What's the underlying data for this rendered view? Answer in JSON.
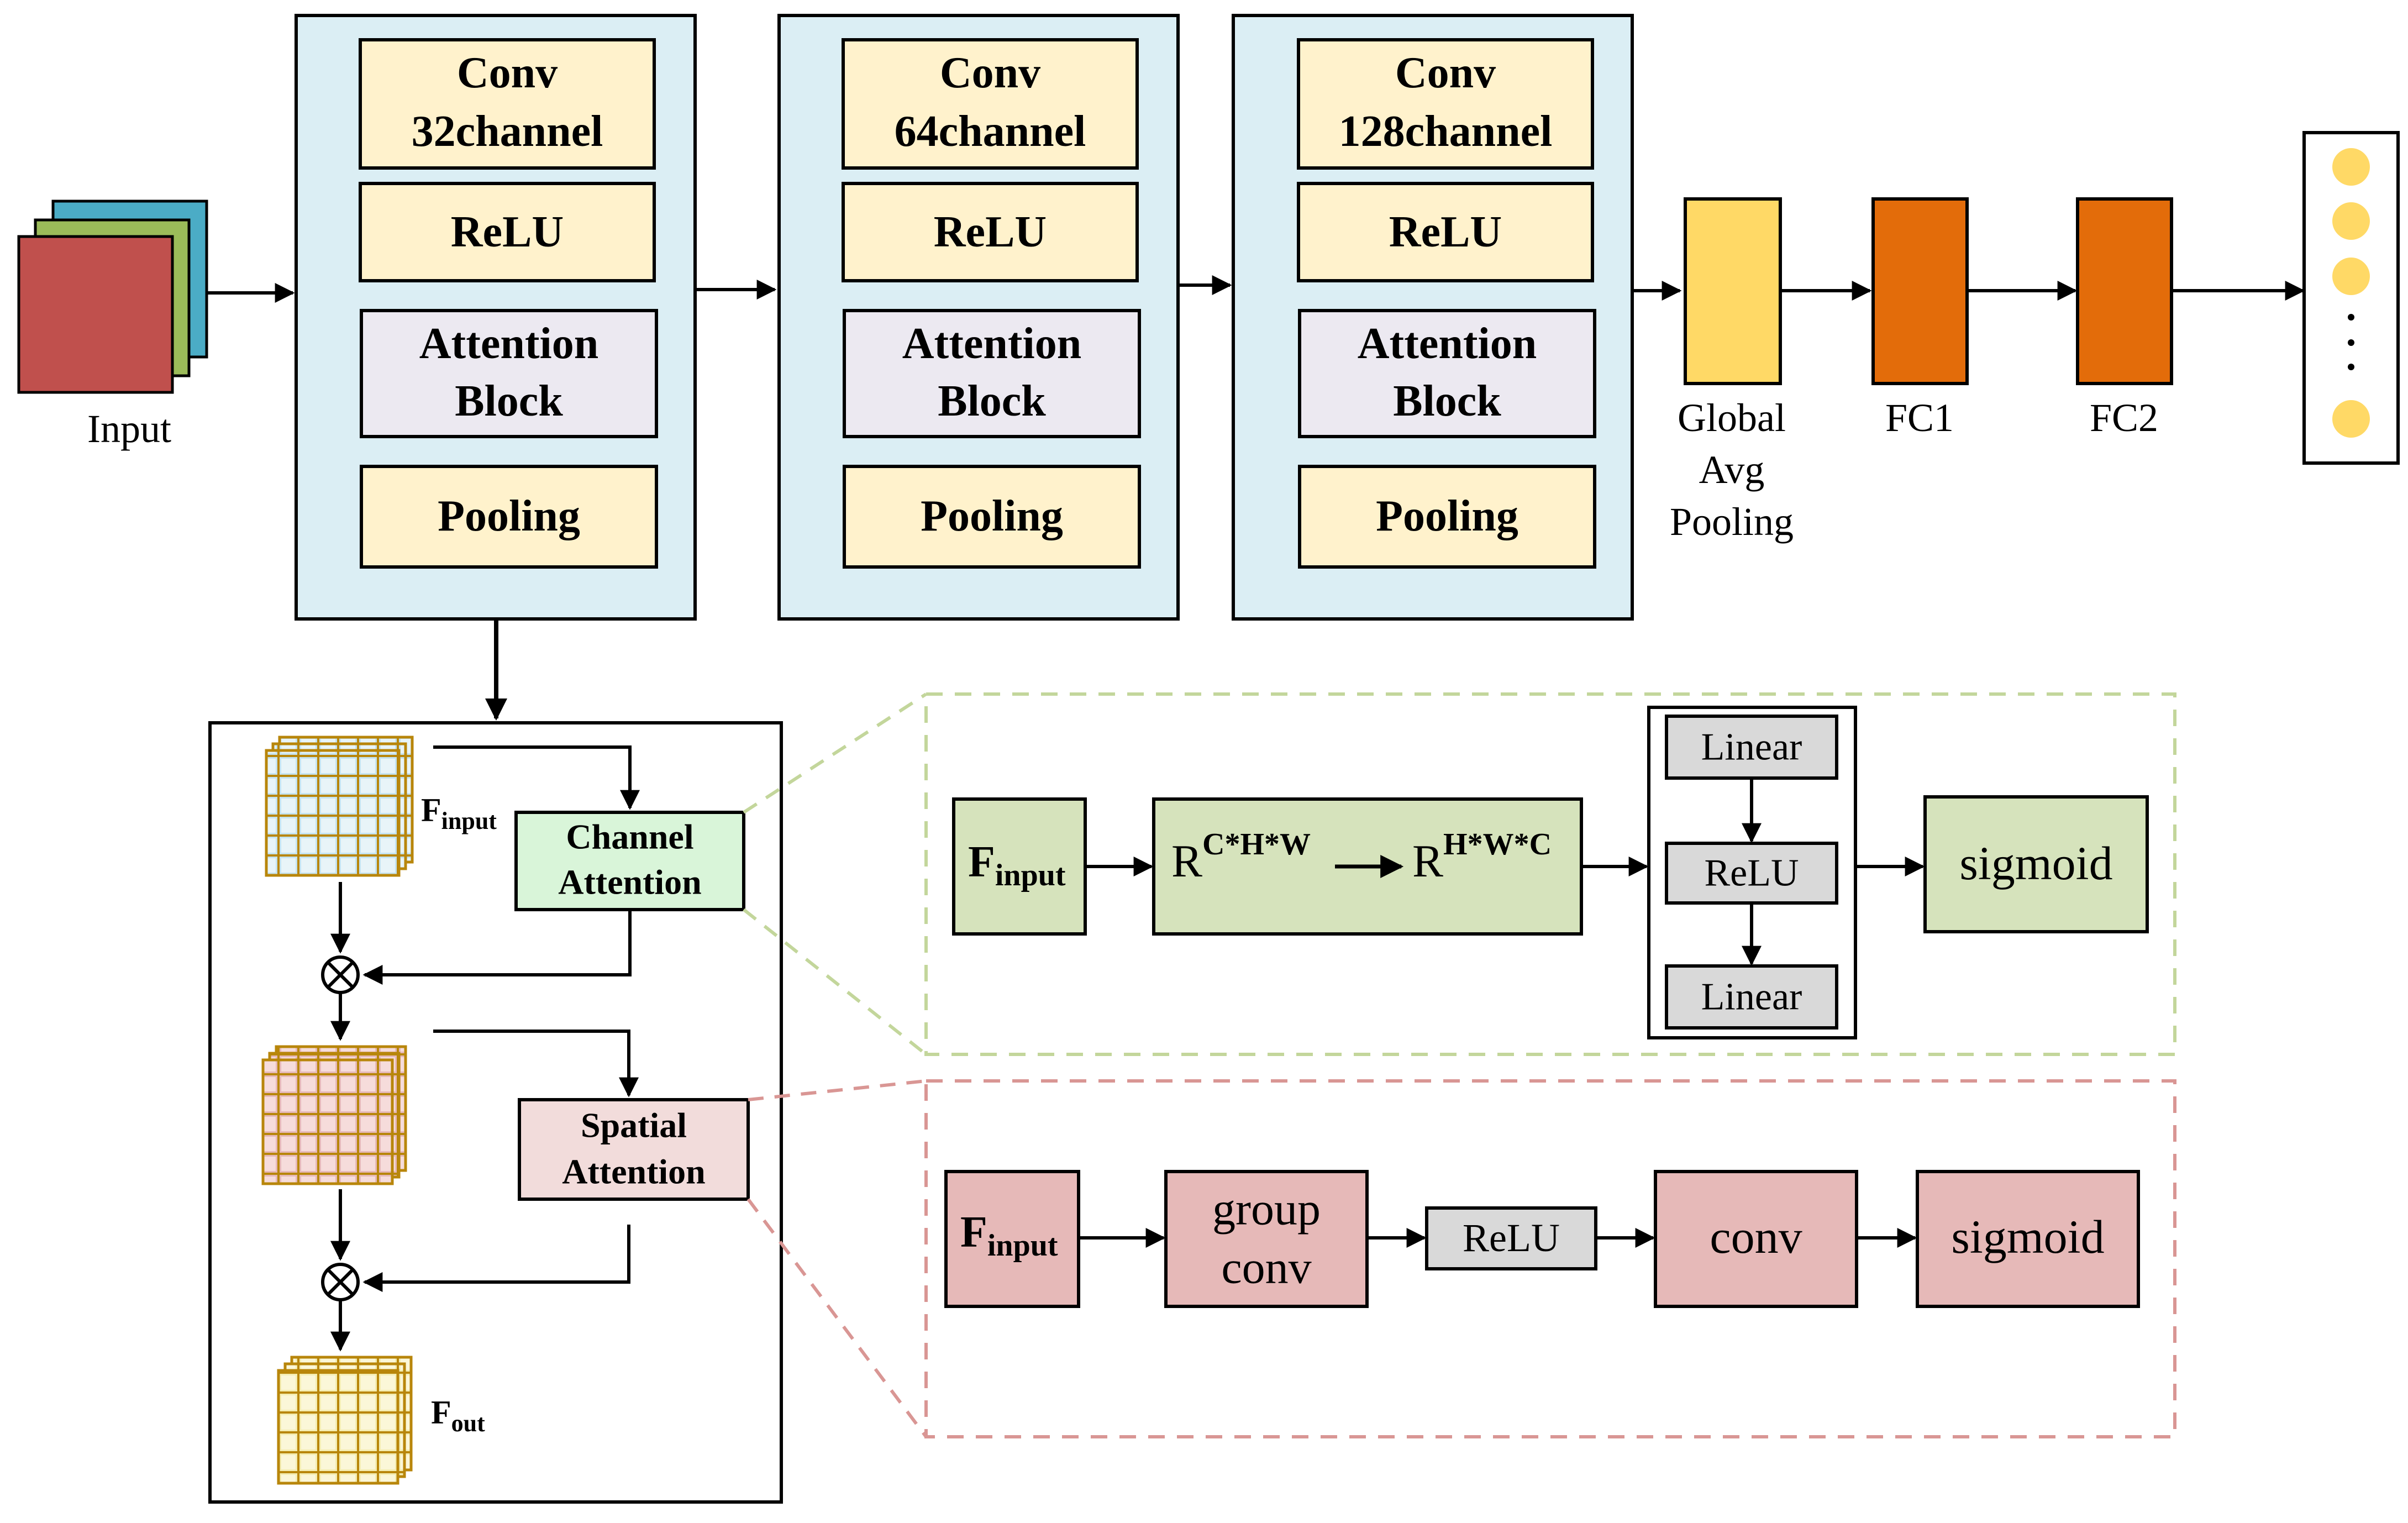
{
  "input": {
    "label": "Input"
  },
  "blocks": [
    {
      "conv_title": "Conv",
      "conv_channels": "32channel",
      "relu": "ReLU",
      "attn_line1": "Attention",
      "attn_line2": "Block",
      "pool": "Pooling"
    },
    {
      "conv_title": "Conv",
      "conv_channels": "64channel",
      "relu": "ReLU",
      "attn_line1": "Attention",
      "attn_line2": "Block",
      "pool": "Pooling"
    },
    {
      "conv_title": "Conv",
      "conv_channels": "128channel",
      "relu": "ReLU",
      "attn_line1": "Attention",
      "attn_line2": "Block",
      "pool": "Pooling"
    }
  ],
  "head": {
    "gap_line1": "Global",
    "gap_line2": "Avg",
    "gap_line3": "Pooling",
    "fc1": "FC1",
    "fc2": "FC2",
    "output_dots": "·\n·\n·"
  },
  "attention_detail": {
    "f_input": {
      "main": "F",
      "sub": "input"
    },
    "f_out": {
      "main": "F",
      "sub": "out"
    },
    "channel_line1": "Channel",
    "channel_line2": "Attention",
    "spatial_line1": "Spatial",
    "spatial_line2": "Attention",
    "multiply_symbol": "⊗"
  },
  "channel_branch": {
    "f_input": {
      "main": "F",
      "sub": "input"
    },
    "reshape_from": {
      "base": "R",
      "sup": "C*H*W"
    },
    "reshape_to": {
      "base": "R",
      "sup": "H*W*C"
    },
    "mlp": [
      "Linear",
      "ReLU",
      "Linear"
    ],
    "sigmoid": "sigmoid"
  },
  "spatial_branch": {
    "f_input": {
      "main": "F",
      "sub": "input"
    },
    "group_conv_line1": "group",
    "group_conv_line2": "conv",
    "relu": "ReLU",
    "conv": "conv",
    "sigmoid": "sigmoid"
  },
  "colors": {
    "block_bg": "#dbeef4",
    "cream": "#fff2cc",
    "lavender": "#ece9f1",
    "gold": "#ffd966",
    "orange": "#e36c0a",
    "green_fill": "#d6e3bc",
    "channel_fill": "#d9f5d9",
    "pink_fill": "#e6b9b8",
    "spatial_fill": "#f2dcdb",
    "gray_fill": "#d9d9d9",
    "green_dash": "#c3d69b",
    "red_dash": "#d99694",
    "input_red": "#c0504d",
    "input_green": "#9bbb59",
    "input_blue": "#4bacc6"
  }
}
